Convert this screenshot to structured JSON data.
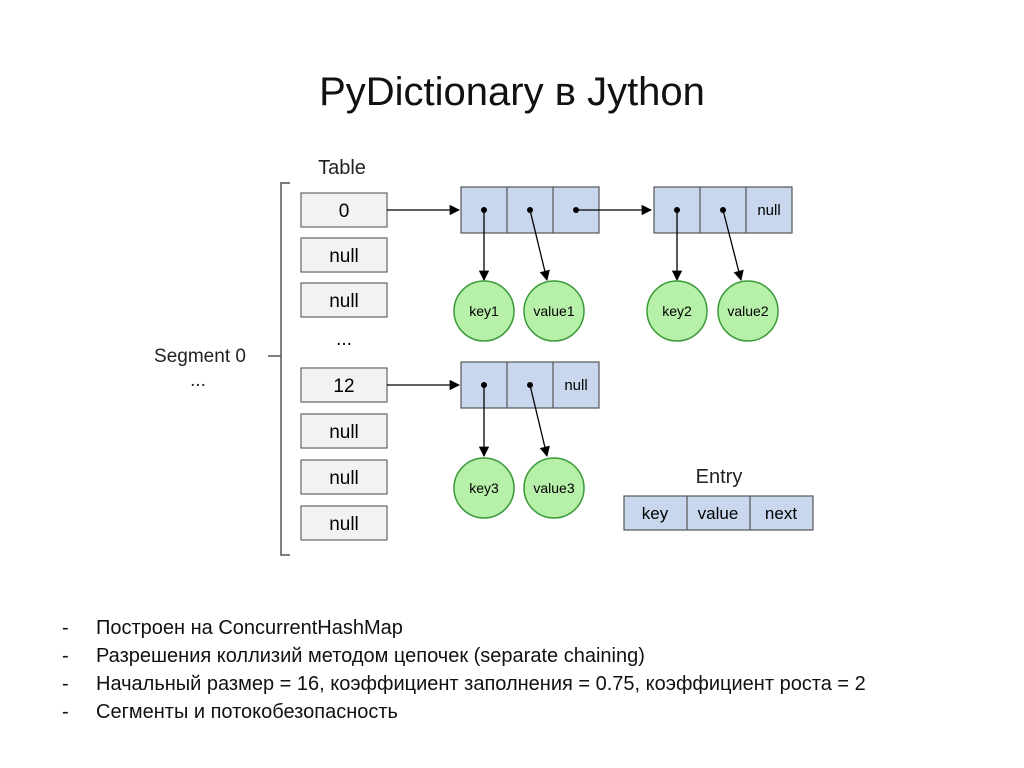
{
  "slide": {
    "title": "PyDictionary в Jython"
  },
  "diagram": {
    "table_label": "Table",
    "segment_label": "Segment 0",
    "segment_ellipsis": "...",
    "table_cells": [
      "0",
      "null",
      "null",
      "...",
      "12",
      "null",
      "null",
      "null"
    ],
    "chain0": {
      "entry1": {
        "next": ""
      },
      "entry2": {
        "next": "null"
      },
      "key1": "key1",
      "value1": "value1",
      "key2": "key2",
      "value2": "value2"
    },
    "chain12": {
      "entry1": {
        "next": "null"
      },
      "key3": "key3",
      "value3": "value3"
    },
    "legend": {
      "title": "Entry",
      "fields": [
        "key",
        "value",
        "next"
      ]
    },
    "colors": {
      "entry_fill": "#c9d7ee",
      "node_fill": "#b7f0a8",
      "node_stroke": "#3a9a3a",
      "cell_fill": "#f2f2f2"
    }
  },
  "bullets": [
    "Построен на ConcurrentHashMap",
    "Разрешения коллизий методом цепочек (separate chaining)",
    "Начальный размер = 16, коэффициент заполнения = 0.75, коэффициент роста = 2",
    "Сегменты и потокобезопасность"
  ],
  "bullet_marker": "-"
}
